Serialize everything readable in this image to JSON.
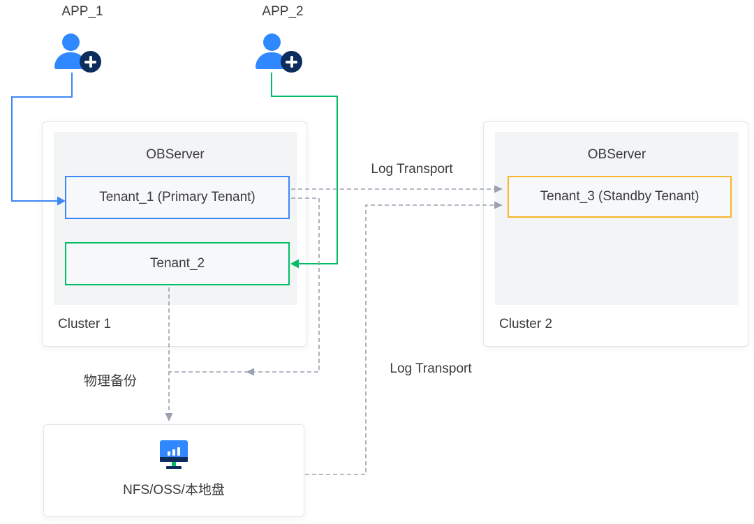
{
  "apps": [
    {
      "label": "APP_1"
    },
    {
      "label": "APP_2"
    }
  ],
  "clusters": [
    {
      "label": "Cluster 1",
      "server_title": "OBServer",
      "tenants": [
        {
          "label": "Tenant_1 (Primary Tenant)",
          "accent": "#3d87f5"
        },
        {
          "label": "Tenant_2",
          "accent": "#00be67"
        }
      ]
    },
    {
      "label": "Cluster 2",
      "server_title": "OBServer",
      "tenants": [
        {
          "label": "Tenant_3 (Standby Tenant)",
          "accent": "#f7b52c"
        }
      ]
    }
  ],
  "storage": {
    "label": "NFS/OSS/本地盘"
  },
  "edge_labels": {
    "log_transport_top": "Log Transport",
    "log_transport_bottom": "Log Transport",
    "physical_backup": "物理备份"
  },
  "icons": {
    "app_icon": "user-plus-icon",
    "storage_icon": "monitor-chart-icon"
  },
  "colors": {
    "app_blue": "#2f88ff",
    "badge_navy": "#0d2d5e",
    "primary_tenant_blue": "#3d87f5",
    "tenant_green": "#00be67",
    "standby_tenant_amber": "#f7b52c",
    "dashed_gray": "#9aa2af",
    "server_box_gray": "#f3f4f6",
    "text": "#3a3a3c"
  }
}
